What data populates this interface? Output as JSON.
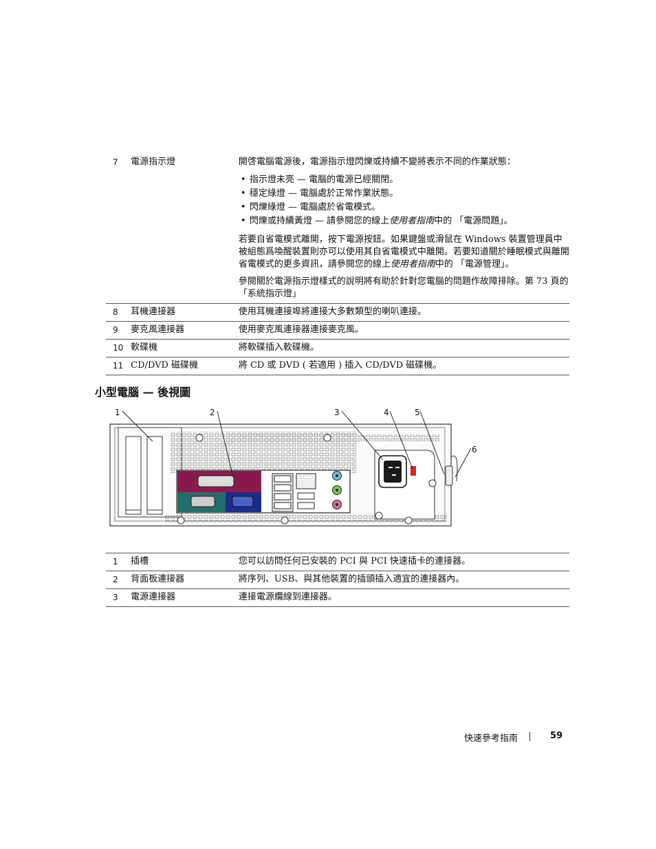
{
  "table_top": {
    "rows": [
      {
        "num": "7",
        "name": "電源指示燈",
        "intro": "開啓電腦電源後，電源指示燈閃爍或持續不變將表示不同的作業狀態：",
        "bullets": [
          "指示燈未亮 — 電腦的電源已經關閉。",
          "穩定綠燈 — 電腦處於正常作業狀態。",
          "閃爍綠燈 — 電腦處於省電模式。"
        ],
        "bullet4_pre": "閃爍或持續黃燈 — 請參閱您的線上",
        "bullet4_em": "使用者指南",
        "bullet4_post": "中的 「電源問題」。",
        "para1_pre": "若要自省電模式離開，按下電源按鈕。如果鍵盤或滑鼠在 Windows 裝置管理員中被組態爲喚醒裝置則亦可以使用其自省電模式中離開。若要知道關於睡眠模式與離開省電模式的更多資訊，請參閱您的線上",
        "para1_em": "使用者指南",
        "para1_post": "中的 「電源管理」。",
        "para2": "參閱關於電源指示燈樣式的說明將有助於針對您電腦的問題作故障排除。第 73 頁的 「系統指示燈」"
      },
      {
        "num": "8",
        "name": "耳機連接器",
        "desc": "使用耳機連接埠將連接大多數類型的喇叭連接。"
      },
      {
        "num": "9",
        "name": "麥克風連接器",
        "desc": "使用麥克風連接器連接麥克風。"
      },
      {
        "num": "10",
        "name": "軟碟機",
        "desc": "將軟碟插入軟碟機。"
      },
      {
        "num": "11",
        "name": "CD/DVD 磁碟機",
        "desc": "將 CD 或 DVD ( 若適用 ) 插入 CD/DVD 磁碟機。"
      }
    ]
  },
  "section": {
    "heading": "小型電腦 — 後視圖"
  },
  "figure": {
    "callouts": [
      "1",
      "2",
      "3",
      "4",
      "5",
      "6"
    ],
    "colors": {
      "parallel": "#8a1a4e",
      "serial": "#1f6e6a",
      "video": "#1c2c8c",
      "audio_line_in": "#6bbfd1",
      "audio_line_out": "#7ec84a",
      "audio_mic": "#e06aa0",
      "voltage_switch": "#d42a2a"
    }
  },
  "table_bottom": {
    "rows": [
      {
        "num": "1",
        "name": "插槽",
        "desc": "您可以訪問任何已安裝的 PCI 與 PCI 快速插卡的連接器。"
      },
      {
        "num": "2",
        "name": "背面板連接器",
        "desc": "將序列、USB、與其他裝置的插頭插入適宜的連接器內。"
      },
      {
        "num": "3",
        "name": "電源連接器",
        "desc": "連接電源纜線到連接器。"
      }
    ]
  },
  "footer": {
    "title": "快速參考指南",
    "page": "59"
  }
}
